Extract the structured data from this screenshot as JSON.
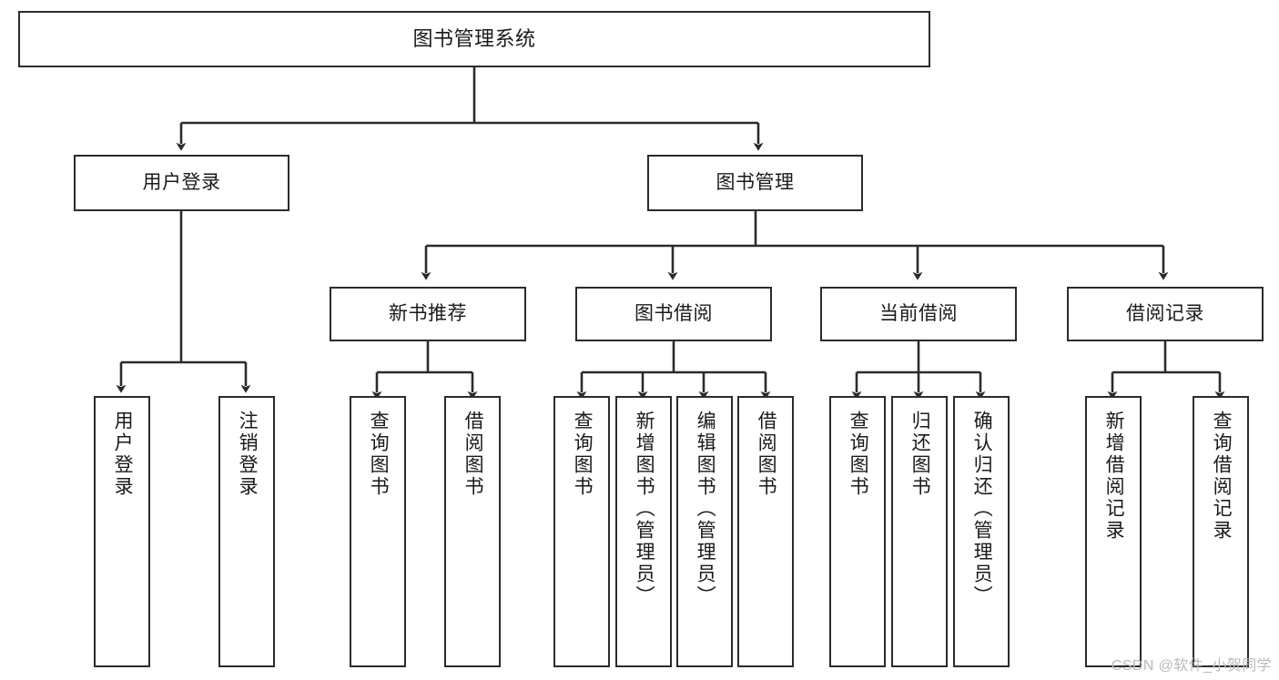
{
  "diagram": {
    "type": "tree",
    "title": "图书管理系统",
    "stroke_color": "#2b2b2b",
    "fill_color": "#ffffff",
    "text_color": "#1a1a1a"
  },
  "nodes": {
    "root": {
      "label": "图书管理系统"
    },
    "level1": [
      {
        "label": "用户登录"
      },
      {
        "label": "图书管理"
      }
    ],
    "level2": [
      {
        "label": "新书推荐"
      },
      {
        "label": "图书借阅"
      },
      {
        "label": "当前借阅"
      },
      {
        "label": "借阅记录"
      }
    ],
    "leaves": {
      "user_login": [
        {
          "label": "用户登录"
        },
        {
          "label": "注销登录"
        }
      ],
      "new_book_recommend": [
        {
          "label": "查询图书"
        },
        {
          "label": "借阅图书"
        }
      ],
      "book_borrow": [
        {
          "label": "查询图书"
        },
        {
          "label": "新增图书（管理员）"
        },
        {
          "label": "编辑图书（管理员）"
        },
        {
          "label": "借阅图书"
        }
      ],
      "current_borrow": [
        {
          "label": "查询图书"
        },
        {
          "label": "归还图书"
        },
        {
          "label": "确认归还（管理员）"
        }
      ],
      "borrow_record": [
        {
          "label": "新增借阅记录"
        },
        {
          "label": "查询借阅记录"
        }
      ]
    }
  },
  "watermark": {
    "text": "CSDN @软件_小贺同学"
  }
}
